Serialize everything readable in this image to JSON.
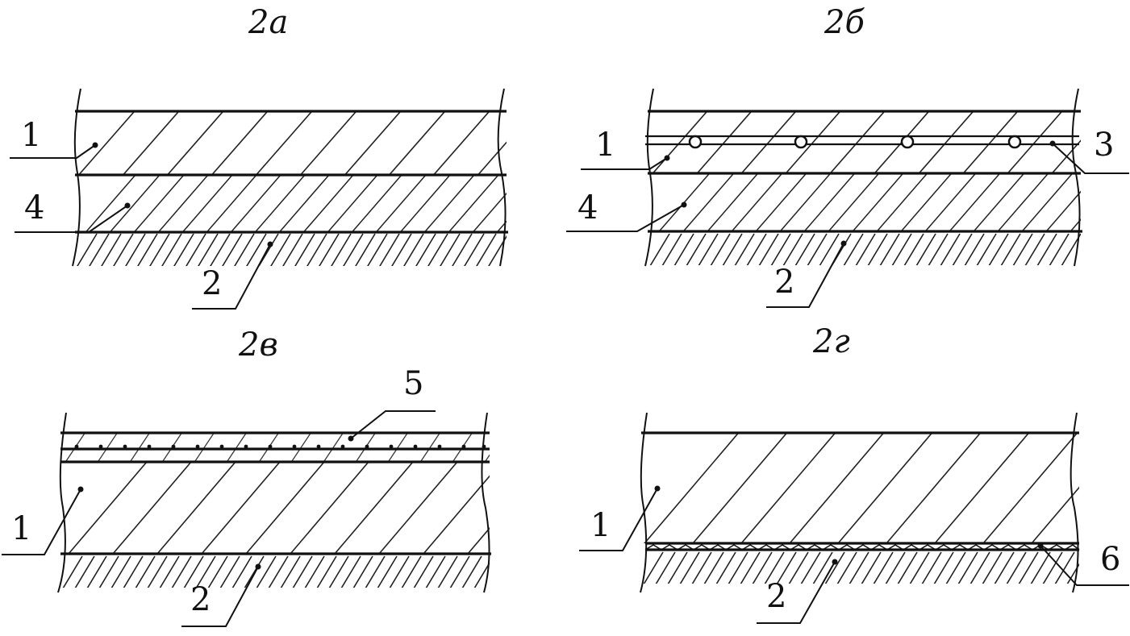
{
  "panels": {
    "a": {
      "title": "2а",
      "labels": {
        "l1": "1",
        "l4": "4",
        "l2": "2"
      }
    },
    "b": {
      "title": "2б",
      "labels": {
        "l1": "1",
        "l4": "4",
        "l2": "2",
        "l3": "3"
      }
    },
    "c": {
      "title": "2в",
      "labels": {
        "l5": "5",
        "l1": "1",
        "l2": "2"
      }
    },
    "d": {
      "title": "2г",
      "labels": {
        "l1": "1",
        "l2": "2",
        "l6": "6"
      }
    }
  },
  "colors": {
    "ink": "#111111",
    "background": "#ffffff"
  }
}
